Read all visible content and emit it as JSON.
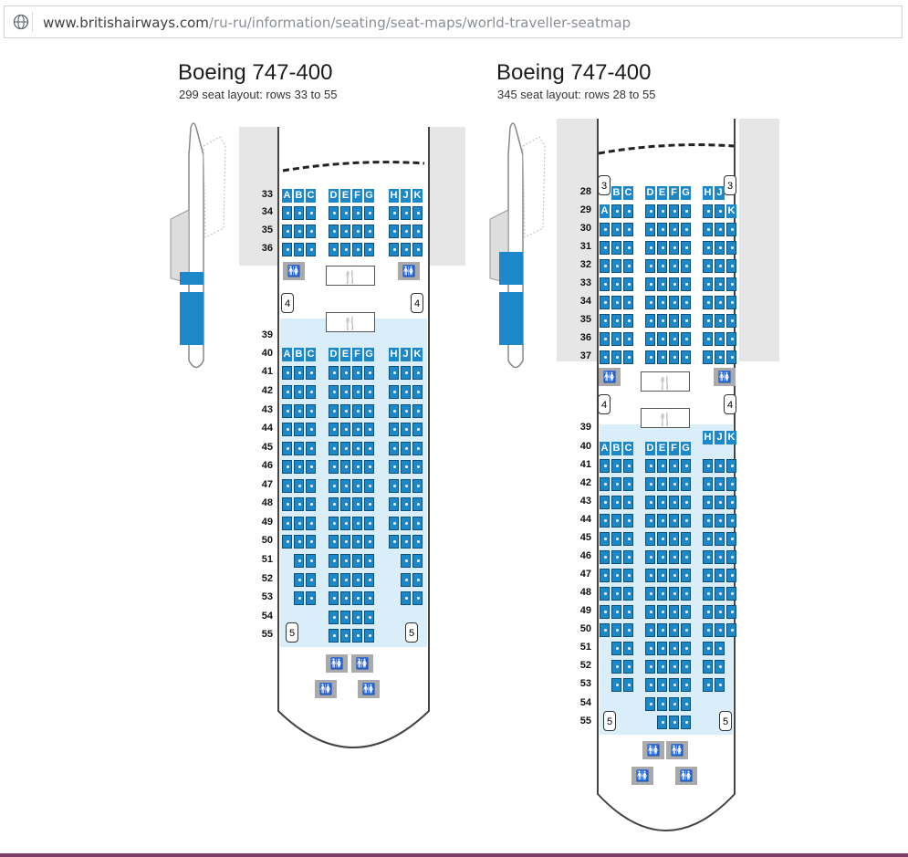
{
  "browser": {
    "url_host": "www.britishairways.com",
    "url_path": "/ru-ru/information/seating/seat-maps/world-traveller-seatmap"
  },
  "map_left": {
    "title": "Boeing 747-400",
    "subtitle": "299 seat layout: rows 33 to 55",
    "row_labels": [
      "33",
      "34",
      "35",
      "36",
      "39",
      "40",
      "41",
      "42",
      "43",
      "44",
      "45",
      "46",
      "47",
      "48",
      "49",
      "50",
      "51",
      "52",
      "53",
      "54",
      "55"
    ],
    "col_letters": [
      "A",
      "B",
      "C",
      "D",
      "E",
      "F",
      "G",
      "H",
      "J",
      "K"
    ],
    "galley_symbol": "🍴",
    "door_labels": [
      "4",
      "4",
      "5",
      "5"
    ],
    "lav_symbol": "🚻"
  },
  "map_right": {
    "title": "Boeing 747-400",
    "subtitle": "345 seat layout: rows 28 to 55",
    "row_labels": [
      "28",
      "29",
      "30",
      "31",
      "32",
      "33",
      "34",
      "35",
      "36",
      "37",
      "39",
      "40",
      "41",
      "42",
      "43",
      "44",
      "45",
      "46",
      "47",
      "48",
      "49",
      "50",
      "51",
      "52",
      "53",
      "54",
      "55"
    ],
    "col_letters_top": [
      "B",
      "C",
      "D",
      "E",
      "F",
      "G",
      "H",
      "J"
    ],
    "col_letters_lower": [
      "A",
      "B",
      "C",
      "D",
      "E",
      "F",
      "G",
      "H",
      "J",
      "K"
    ],
    "row29_letters": [
      "A",
      "K"
    ],
    "door_labels": [
      "3",
      "3",
      "4",
      "4",
      "5",
      "5"
    ],
    "galley_symbol": "🍴",
    "lav_symbol": "🚻"
  },
  "colors": {
    "seat": "#1c87c9",
    "cabin_bg": "#bfe3f4",
    "lav": "#aaaaaa"
  }
}
